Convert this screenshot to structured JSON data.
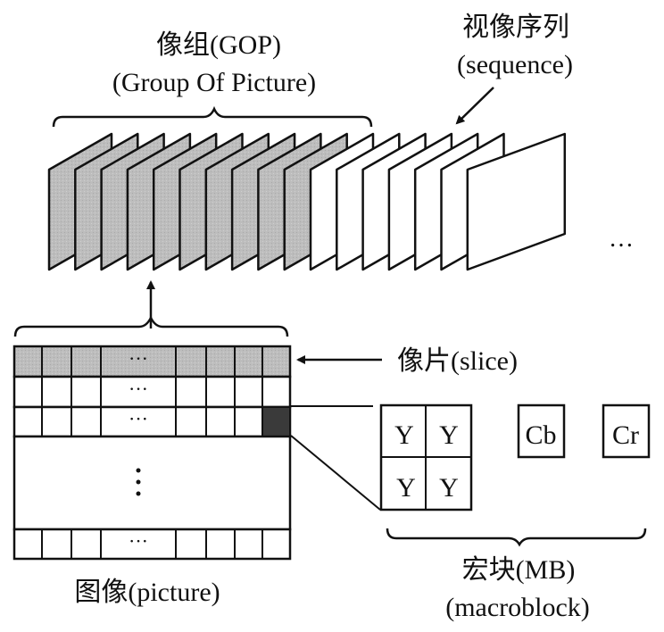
{
  "title": "Video sequence hierarchy",
  "labels": {
    "gop_cn": "像组(GOP)",
    "gop_en": "(Group Of Picture)",
    "sequence_cn": "视像序列",
    "sequence_en": "(sequence)",
    "slice": "像片(slice)",
    "picture": "图像(picture)",
    "macroblock_cn": "宏块(MB)",
    "macroblock_en": "(macroblock)",
    "ellipsis": "…"
  },
  "sequence": {
    "gop_frames": 10,
    "other_frames": 7,
    "gop_fill": "#bdbdbd",
    "frame_fill": "#ffffff"
  },
  "picture_grid": {
    "slice_fill": "#c4c4c4",
    "selected_mb_fill": "#3a3a3a",
    "row_dots": "···",
    "col_dots": "⋮"
  },
  "macroblock": {
    "luma_blocks": [
      "Y",
      "Y",
      "Y",
      "Y"
    ],
    "chroma_blocks": [
      "Cb",
      "Cr"
    ]
  }
}
